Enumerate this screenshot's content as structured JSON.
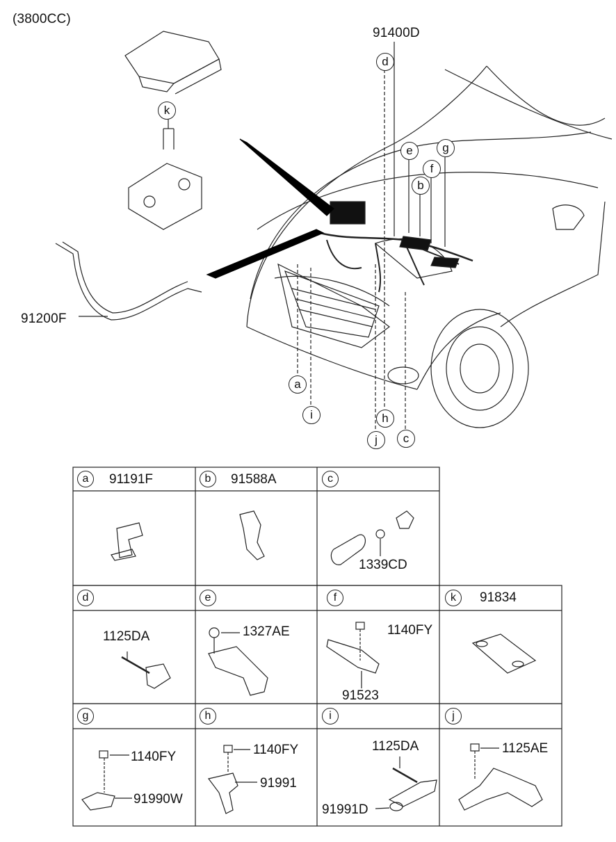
{
  "header": {
    "engine": "(3800CC)"
  },
  "main_diagram": {
    "part_numbers": {
      "harness": "91400D",
      "battery_cable": "91200F"
    },
    "callouts": [
      "a",
      "b",
      "c",
      "d",
      "e",
      "f",
      "g",
      "h",
      "i",
      "j",
      "k"
    ]
  },
  "detail_grid": {
    "cells": [
      {
        "letter": "a",
        "title": "91191F",
        "labels": []
      },
      {
        "letter": "b",
        "title": "91588A",
        "labels": []
      },
      {
        "letter": "c",
        "title": "",
        "labels": [
          "1339CD"
        ]
      },
      {
        "letter": "d",
        "title": "",
        "labels": [
          "1125DA"
        ]
      },
      {
        "letter": "e",
        "title": "",
        "labels": [
          "1327AE"
        ]
      },
      {
        "letter": "f",
        "title": "",
        "labels": [
          "1140FY",
          "91523"
        ]
      },
      {
        "letter": "k",
        "title": "91834",
        "labels": []
      },
      {
        "letter": "g",
        "title": "",
        "labels": [
          "1140FY",
          "91990W"
        ]
      },
      {
        "letter": "h",
        "title": "",
        "labels": [
          "1140FY",
          "91991"
        ]
      },
      {
        "letter": "i",
        "title": "",
        "labels": [
          "1125DA",
          "91991D"
        ]
      },
      {
        "letter": "j",
        "title": "",
        "labels": [
          "1125AE"
        ]
      }
    ]
  }
}
